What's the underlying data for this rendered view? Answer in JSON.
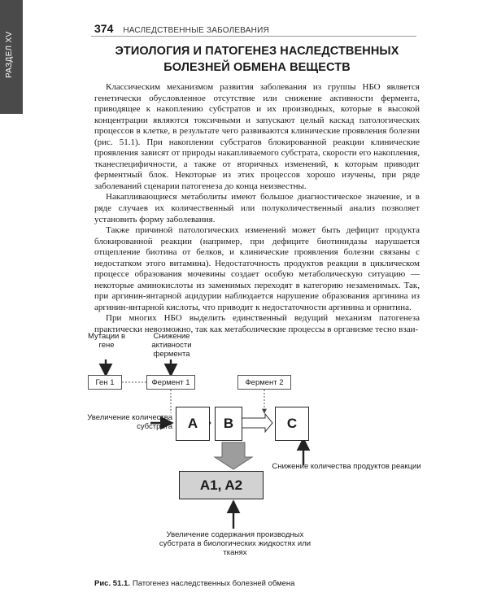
{
  "side_tab": {
    "label": "РАЗДЕЛ XV"
  },
  "header": {
    "page_number": "374",
    "running_title": "НАСЛЕДСТВЕННЫЕ ЗАБОЛЕВАНИЯ"
  },
  "article": {
    "title": "ЭТИОЛОГИЯ И ПАТОГЕНЕЗ НАСЛЕДСТВЕННЫХ БОЛЕЗНЕЙ ОБМЕНА ВЕЩЕСТВ",
    "paragraphs": [
      "Классическим механизмом развития заболевания из группы НБО является генетически обусловленное отсутствие или снижение активности фермента, приводящее к накоплению субстратов и их производных, которые в высокой концентрации являются токсичными и запускают целый каскад патологических процессов в клетке, в результате чего развиваются клинические проявления болезни (рис. 51.1). При накоплении субстратов блокированной реакции клинические проявления зависят от природы накапливаемого субстрата, скорости его накопления, тканеспецифичности, а также от вторичных изменений, к которым приводит ферментный блок. Некоторые из этих процессов хорошо изучены, при ряде заболеваний сценарии патогенеза до конца неизвестны.",
      "Накапливающиеся метаболиты имеют большое диагностическое значение, и в ряде случаев их количественный или полуколичественный анализ позволяет установить форму заболевания.",
      "Также причиной патологических изменений может быть дефицит продукта блокированной реакции (например, при дефиците биотинидазы нарушается отщепление биотина от белков, и клинические проявления болезни связаны с недостатком этого витамина). Недостаточность продуктов реакции в цикличеcком процессе образования мочевины создает особую метаболическую ситуацию — некоторые аминокислоты из заменимых переходят в категорию незаменимых. Так, при аргинин-янтарной ацидурии наблюдается нарушение образования аргинина из аргинин-янтарной кислоты, что приводит к недостаточности аргинина и орнитина.",
      "При многих НБО выделить единственный ведущий механизм патогенеза практически невозможно, так как метаболические процессы в организме тесно взаи-"
    ]
  },
  "figure": {
    "label_mutation": "Мутации в гене",
    "label_enzyme_decrease": "Снижение активности фермента",
    "gene_box": "Ген 1",
    "enzyme1_box": "Фермент 1",
    "enzyme2_box": "Фермент 2",
    "node_a": "A",
    "node_b": "B",
    "node_c": "C",
    "node_a1a2": "A1, A2",
    "label_substrate_increase": "Увеличение количества субстрата",
    "label_products_decrease": "Снижение количества продуктов реакции",
    "label_derivatives_increase": "Увеличение содержания производных субстрата в биологических жидкостях или тканях",
    "colors": {
      "grey_fill": "#d2d2d2",
      "stroke": "#222222"
    }
  },
  "caption": {
    "number": "Рис. 51.1.",
    "text": "Патогенез наследственных болезней обмена"
  }
}
